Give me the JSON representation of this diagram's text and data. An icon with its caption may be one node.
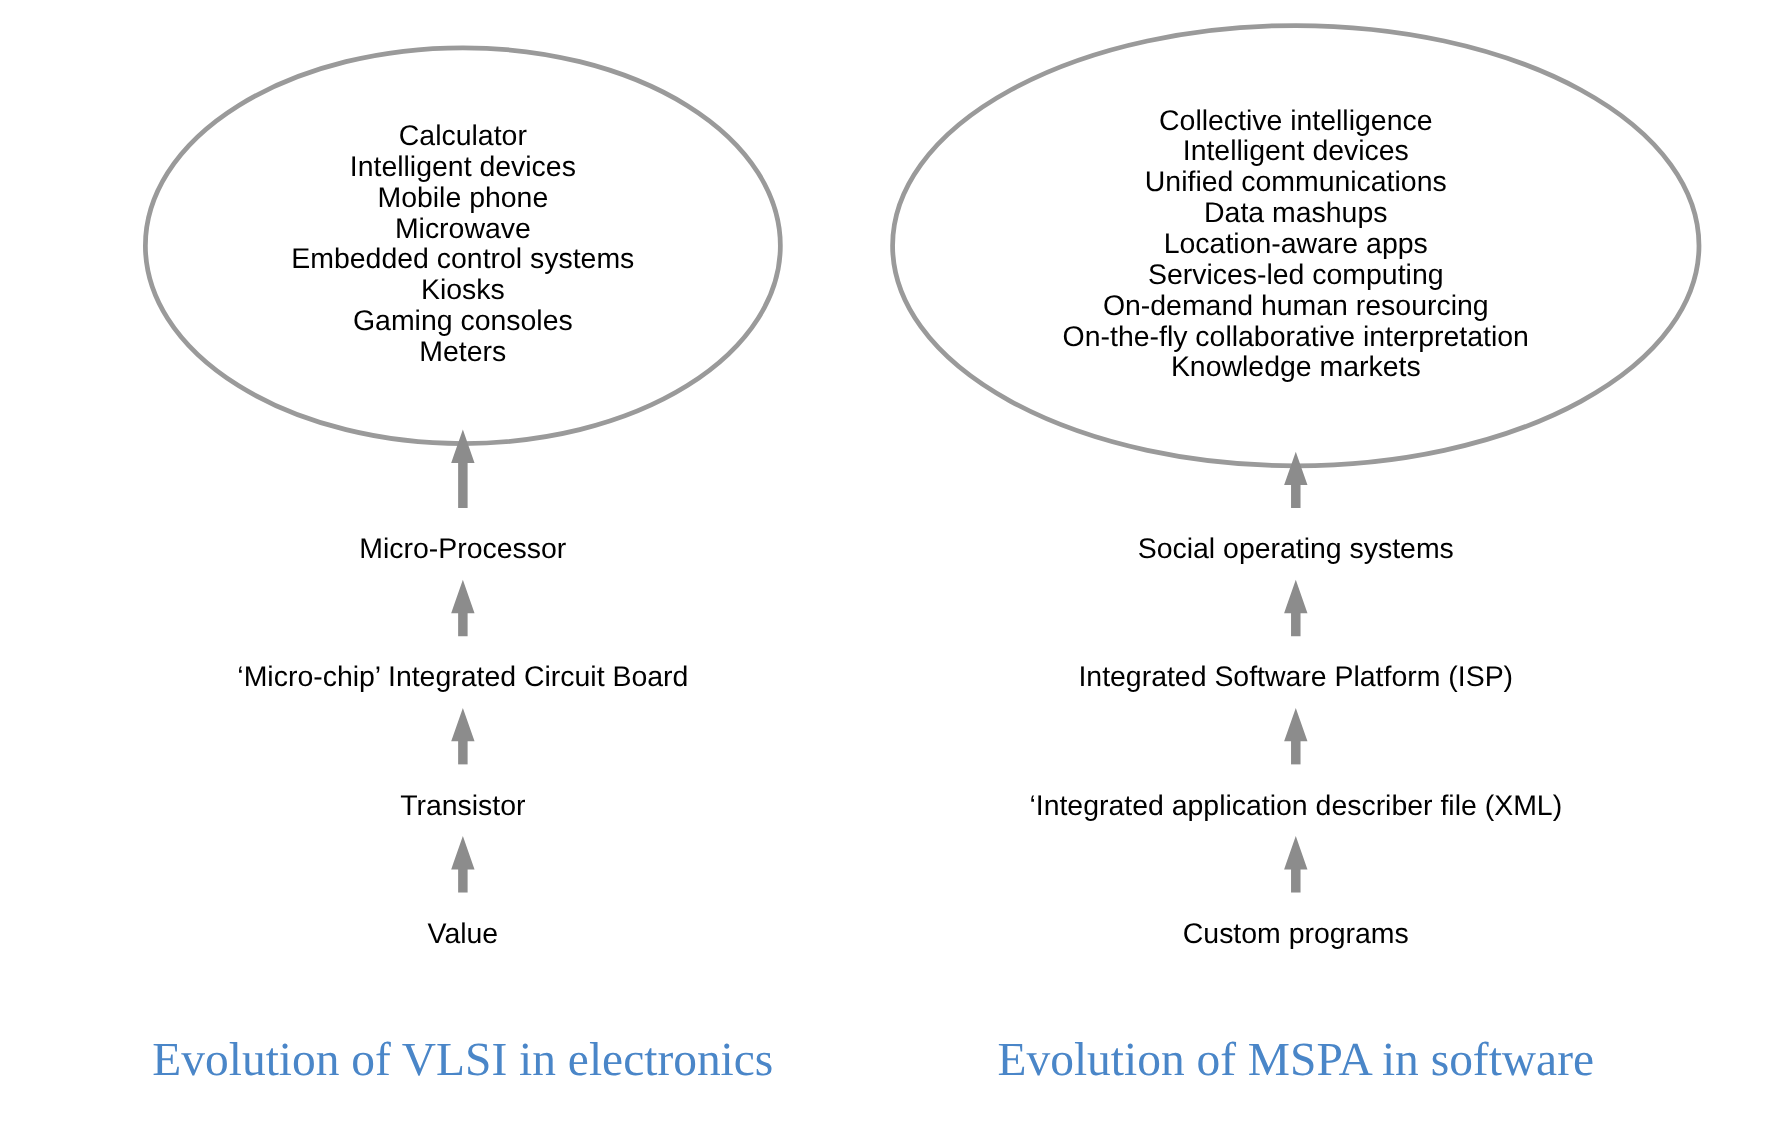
{
  "diagram": {
    "nodes": [
      {
        "text": [
          "Calculator",
          "Intelligent devices",
          "Mobile phone",
          "Microwave",
          "Embedded control systems",
          "Kiosks",
          "Gaming consoles",
          "Meters"
        ]
      },
      {
        "text": [
          "Micro-Processor"
        ]
      },
      {
        "text": [
          "‘Micro-chip’ Integrated Circuit Board"
        ]
      },
      {
        "text": [
          "Transistor"
        ]
      },
      {
        "text": [
          "Value"
        ]
      },
      {
        "text": [
          "Collective intelligence",
          "Intelligent devices",
          "Unified communications",
          "Data mashups",
          "Location-aware apps",
          "Services-led computing",
          "On-demand human resourcing",
          "On-the-fly collaborative interpretation",
          "Knowledge markets"
        ]
      },
      {
        "text": [
          "Social operating systems"
        ]
      },
      {
        "text": [
          "Integrated Software Platform (ISP)"
        ]
      },
      {
        "text": [
          "‘Integrated application describer file (XML)"
        ]
      },
      {
        "text": [
          "Custom programs"
        ]
      }
    ],
    "edges": [
      {
        "from": 4,
        "to": 3,
        "arrow": "to"
      },
      {
        "from": 3,
        "to": 2,
        "arrow": "to"
      },
      {
        "from": 2,
        "to": 1,
        "arrow": "to"
      },
      {
        "from": 1,
        "to": 0,
        "arrow": "to"
      },
      {
        "from": 9,
        "to": 8,
        "arrow": "to"
      },
      {
        "from": 8,
        "to": 7,
        "arrow": "to"
      },
      {
        "from": 7,
        "to": 6,
        "arrow": "to"
      },
      {
        "from": 6,
        "to": 5,
        "arrow": "to"
      }
    ],
    "labels": [
      "Evolution of VLSI in electronics",
      "Evolution of MSPA in software"
    ]
  }
}
